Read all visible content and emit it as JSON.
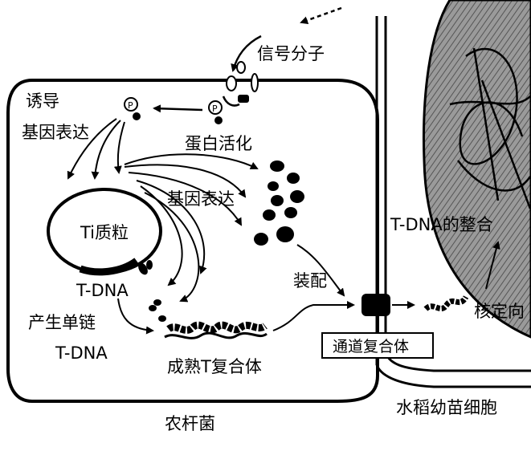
{
  "labels": {
    "signal_molecule": "信号分子",
    "induce": "诱导",
    "induce_gene_expression": "基因表达",
    "protein_activation": "蛋白活化",
    "gene_expression": "基因表达",
    "ti_plasmid": "Ti质粒",
    "t_dna": "T-DNA",
    "produce_single_strand": "产生单链",
    "single_strand_tdna": "T-DNA",
    "assembly": "装配",
    "mature_complex": "成熟T复合体",
    "channel_complex": "通道复合体",
    "tdna_integration": "T-DNA的整合",
    "nuclear_targeting": "核定向",
    "agrobacterium": "农杆菌",
    "rice_seedling_cell": "水稻幼苗细胞"
  },
  "colors": {
    "ink": "#000000",
    "nucleus_fill": "#8a8a8a",
    "background": "#ffffff"
  }
}
